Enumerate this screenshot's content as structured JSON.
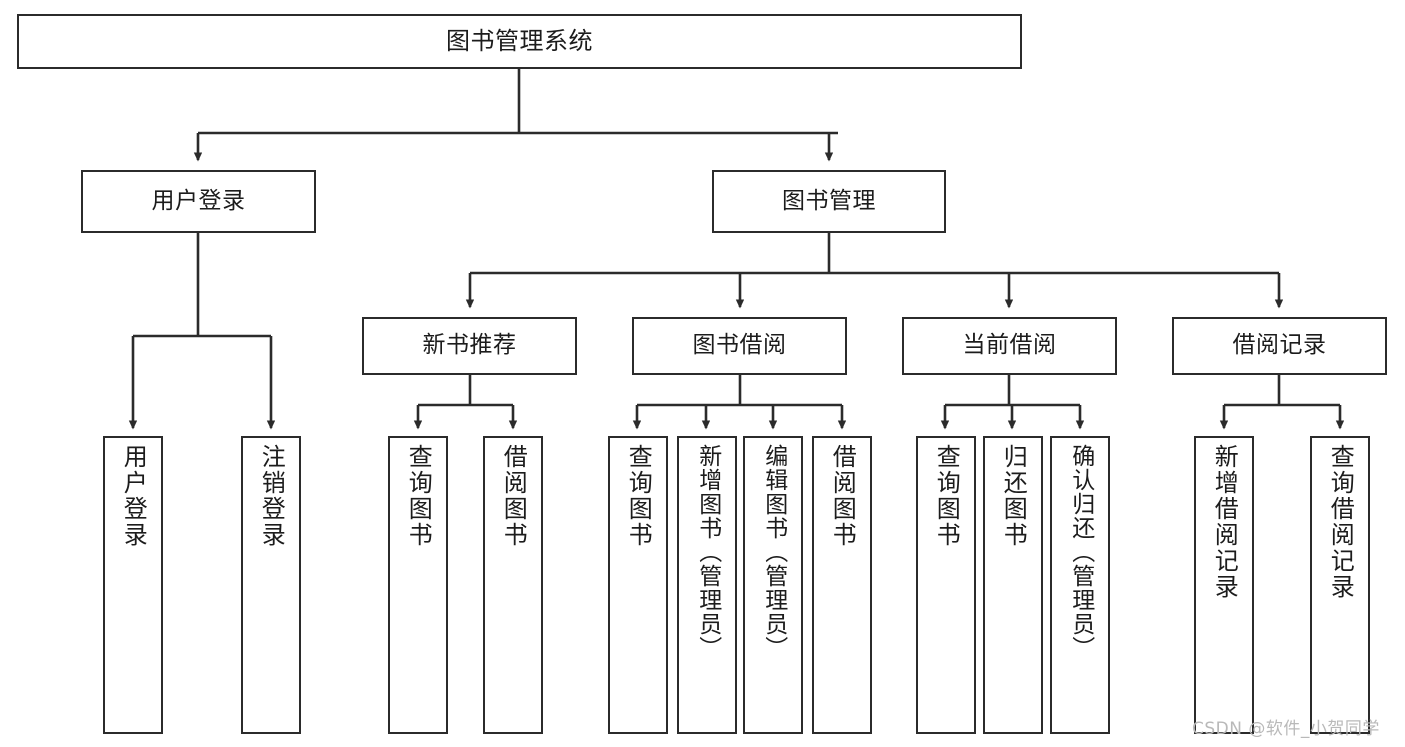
{
  "diagram": {
    "type": "hierarchy-tree",
    "title": "图书管理系统",
    "root": {
      "id": "root",
      "label": "图书管理系统"
    },
    "level2": [
      {
        "id": "user-login",
        "label": "用户登录"
      },
      {
        "id": "book-manage",
        "label": "图书管理"
      }
    ],
    "level3": [
      {
        "id": "new-book-rec",
        "label": "新书推荐"
      },
      {
        "id": "book-borrow",
        "label": "图书借阅"
      },
      {
        "id": "current-borrow",
        "label": "当前借阅"
      },
      {
        "id": "borrow-record",
        "label": "借阅记录"
      }
    ],
    "leaves": {
      "user_login": [
        {
          "id": "leaf-user-login",
          "label": "用户登录"
        },
        {
          "id": "leaf-logout",
          "label": "注销登录"
        }
      ],
      "new_book_rec": [
        {
          "id": "leaf-query-book-1",
          "label": "查询图书"
        },
        {
          "id": "leaf-borrow-book-1",
          "label": "借阅图书"
        }
      ],
      "book_borrow": [
        {
          "id": "leaf-query-book-2",
          "label": "查询图书"
        },
        {
          "id": "leaf-add-book",
          "label": "新增图书（管理员）"
        },
        {
          "id": "leaf-edit-book",
          "label": "编辑图书（管理员）"
        },
        {
          "id": "leaf-borrow-book-2",
          "label": "借阅图书"
        }
      ],
      "current_borrow": [
        {
          "id": "leaf-query-book-3",
          "label": "查询图书"
        },
        {
          "id": "leaf-return-book",
          "label": "归还图书"
        },
        {
          "id": "leaf-confirm-return",
          "label": "确认归还（管理员）"
        }
      ],
      "borrow_record": [
        {
          "id": "leaf-add-record",
          "label": "新增借阅记录"
        },
        {
          "id": "leaf-query-record",
          "label": "查询借阅记录"
        }
      ]
    },
    "colors": {
      "stroke": "#2b2b2b",
      "text": "#1c1c1c",
      "background": "#ffffff",
      "watermark": "#b9b9b9"
    }
  },
  "watermark": {
    "text": "CSDN @软件_小贺同学"
  }
}
